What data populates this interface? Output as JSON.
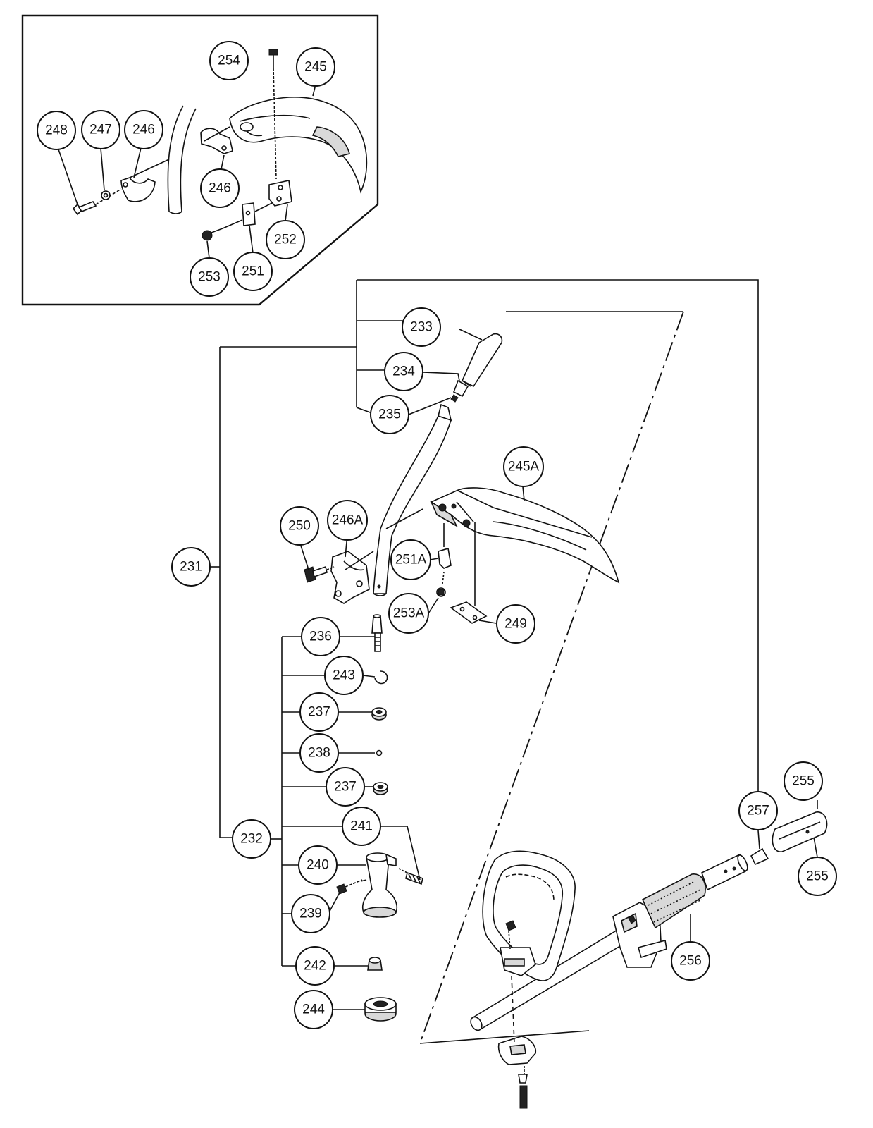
{
  "callouts": {
    "c254": "254",
    "c245": "245",
    "c248": "248",
    "c247": "247",
    "c246a": "246",
    "c246b": "246",
    "c252": "252",
    "c251": "251",
    "c253": "253",
    "c233": "233",
    "c234": "234",
    "c235": "235",
    "c245A": "245A",
    "c250": "250",
    "c246A": "246A",
    "c251A": "251A",
    "c231": "231",
    "c253A": "253A",
    "c249": "249",
    "c236": "236",
    "c243": "243",
    "c237a": "237",
    "c238": "238",
    "c237b": "237",
    "c241": "241",
    "c232": "232",
    "c240": "240",
    "c239": "239",
    "c242": "242",
    "c244": "244",
    "c255a": "255",
    "c257": "257",
    "c255b": "255",
    "c256": "256"
  }
}
